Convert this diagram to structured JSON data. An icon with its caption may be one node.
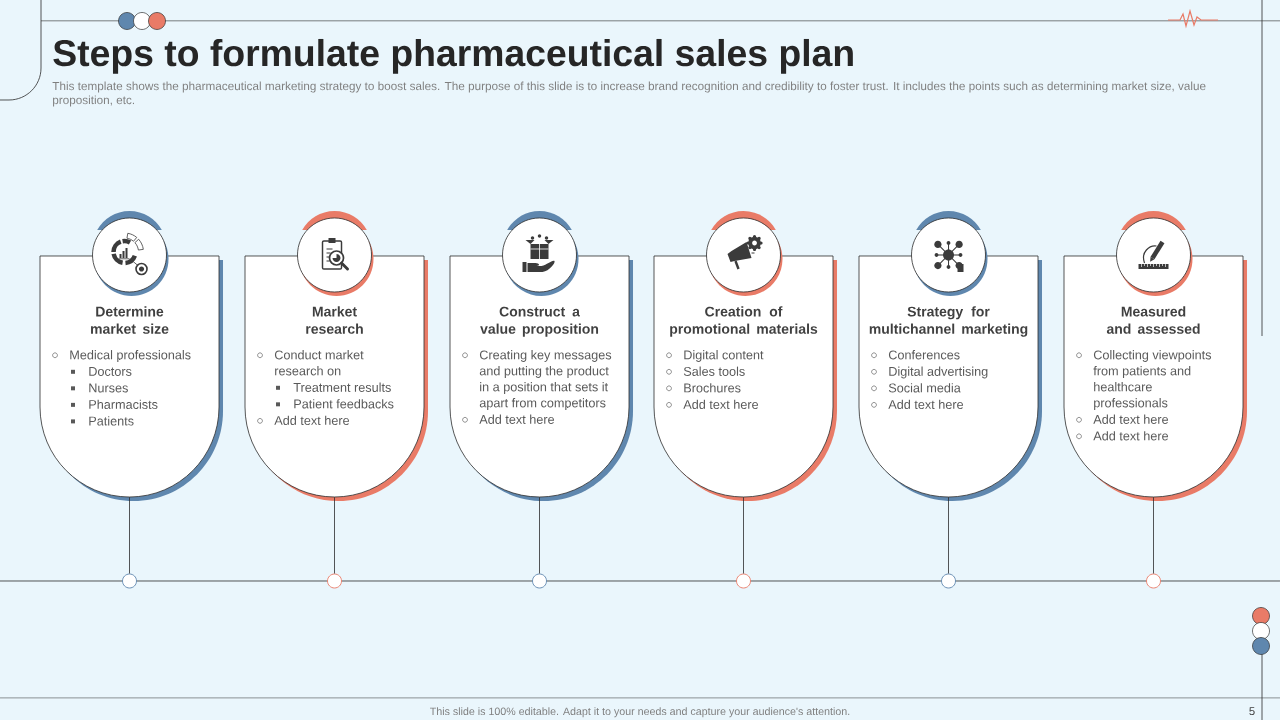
{
  "diagram": {
    "title": "Steps to formulate pharmaceutical sales plan",
    "nodes": [
      {
        "text": [
          "Determine market size",
          "Medical professionals",
          "Doctors",
          "Nurses",
          "Pharmacists",
          "Patients"
        ]
      },
      {
        "text": [
          "Market research",
          "Conduct market research on",
          "Treatment results",
          "Patient feedbacks",
          "Add text here"
        ]
      },
      {
        "text": [
          "Construct a value proposition",
          "Creating key messages and putting the product in a position that sets it apart from competitors",
          "Add text here"
        ]
      },
      {
        "text": [
          "Creation of promotional materials",
          "Digital content",
          "Sales tools",
          "Brochures",
          "Add text here"
        ]
      },
      {
        "text": [
          "Strategy for multichannel marketing",
          "Conferences",
          "Digital advertising",
          "Social media",
          "Add text here"
        ]
      },
      {
        "text": [
          "Measured and assessed",
          "Collecting viewpoints from patients and healthcare professionals",
          "Add text here",
          "Add text here"
        ]
      },
      {
        "text": [],
        "shape": "circle"
      },
      {
        "text": [],
        "shape": "circle"
      },
      {
        "text": [],
        "shape": "circle"
      },
      {
        "text": [],
        "shape": "circle"
      },
      {
        "text": [],
        "shape": "circle"
      },
      {
        "text": [],
        "shape": "circle"
      }
    ],
    "edges": [
      {
        "from": 0,
        "to": 6,
        "arrow": "none"
      },
      {
        "from": 1,
        "to": 7,
        "arrow": "none"
      },
      {
        "from": 2,
        "to": 8,
        "arrow": "none"
      },
      {
        "from": 3,
        "to": 9,
        "arrow": "none"
      },
      {
        "from": 4,
        "to": 10,
        "arrow": "none"
      },
      {
        "from": 5,
        "to": 11,
        "arrow": "none"
      },
      {
        "from": 6,
        "to": 7,
        "arrow": "none"
      },
      {
        "from": 7,
        "to": 8,
        "arrow": "none"
      },
      {
        "from": 8,
        "to": 9,
        "arrow": "none"
      },
      {
        "from": 9,
        "to": 10,
        "arrow": "none"
      },
      {
        "from": 10,
        "to": 11,
        "arrow": "none"
      }
    ],
    "labels": [
      "This template shows the pharmaceutical marketing strategy to boost sales. The purpose of this slide is to increase brand recognition and credibility to foster trust. It includes the points such as determining market size, value proposition, etc.",
      "This slide is 100% editable. Adapt it to your needs and capture your audience's attention.",
      "5"
    ]
  }
}
